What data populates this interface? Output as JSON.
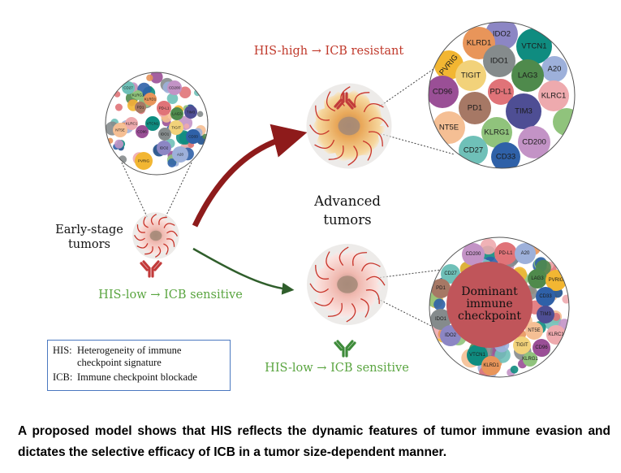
{
  "labels": {
    "top_condition_from": "HIS-high",
    "top_condition_to": "ICB resistant",
    "early_low_from": "HIS-low",
    "early_low_to": "ICB sensitive",
    "bottom_low_from": "HIS-low",
    "bottom_low_to": "ICB sensitive",
    "early_stage_line1": "Early-stage",
    "early_stage_line2": "tumors",
    "advanced_line1": "Advanced",
    "advanced_line2": "tumors",
    "dominant_line1": "Dominant",
    "dominant_line2": "immune",
    "dominant_line3": "checkpoint"
  },
  "colors": {
    "resistant_red": "#c0392b",
    "sensitive_green": "#5aa540",
    "legend_border": "#4a78c0",
    "dominant": "#c0555a"
  },
  "checkpoints": {
    "IDO2": "#8c86c4",
    "KLRD1": "#e8955a",
    "VTCN1": "#0f8c80",
    "PVRIG": "#f2b632",
    "IDO1": "#858b8c",
    "A20": "#9db0da",
    "TIGIT": "#f2d27a",
    "LAG3": "#4f8a4c",
    "CD96": "#9a4f96",
    "PD-L1": "#e07378",
    "KLRC1": "#eeaaae",
    "PD1": "#a67865",
    "TIM3": "#4e4e94",
    "NT5E": "#f5bf94",
    "KLRG1": "#90c37c",
    "CD200": "#c393c6",
    "CD27": "#6fc0b8",
    "CD33": "#2f61a8"
  },
  "top_circle_labels": [
    "IDO2",
    "KLRD1",
    "VTCN1",
    "PVRIG",
    "IDO1",
    "A20",
    "TIGIT",
    "LAG3",
    "CD96",
    "PD-L1",
    "KLRC1",
    "PD1",
    "TIM3",
    "NT5E",
    "KLRG1",
    "CD200",
    "CD27",
    "CD33"
  ],
  "bottom_circle_labels": [
    "CD200",
    "PD-L1",
    "A20",
    "CD27",
    "LAG3",
    "PVRIG",
    "PD1",
    "CD33",
    "IDO1",
    "TIM3",
    "IDO2",
    "NT5E",
    "KLRC1",
    "TIGIT",
    "CD96",
    "VTCN1",
    "KLRG1",
    "KLRD1"
  ],
  "small_circle_labels": [
    "CD27",
    "KLRG1",
    "KLRD1",
    "CD200",
    "PD1",
    "PD-L1",
    "LAG3",
    "TIM3",
    "KLRC1",
    "VTCN1",
    "TIGIT",
    "NT5E",
    "CD96",
    "IDO1",
    "CD33",
    "IDO2",
    "A20",
    "PVRIG"
  ],
  "legend": [
    {
      "key": "HIS:",
      "text": "Heterogeneity of immune checkpoint signature"
    },
    {
      "key": "ICB:",
      "text": "Immune checkpoint blockade"
    }
  ],
  "caption": "A proposed model shows that HIS reflects the dynamic features of tumor immune evasion and dictates the selective efficacy of ICB in a tumor size-dependent manner."
}
